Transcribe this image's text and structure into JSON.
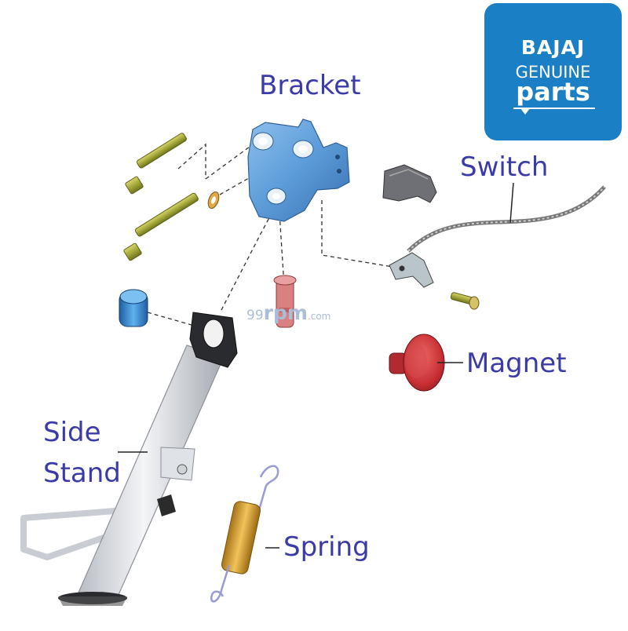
{
  "logo": {
    "line1": "BAJAJ",
    "line2": "GENUINE",
    "line3": "parts"
  },
  "watermark": {
    "prefix": "99",
    "name": "rpm",
    "suffix": ".com"
  },
  "labels": {
    "bracket": "Bracket",
    "switch": "Switch",
    "magnet": "Magnet",
    "side": "Side",
    "stand": "Stand",
    "spring": "Spring"
  },
  "colors": {
    "label_text": "#3a3aa8",
    "logo_bg": "#1a7fc4",
    "bracket": "#5b9bd8",
    "bolt": "#a6a83a",
    "magnet": "#c62e33",
    "pin": "#d98080",
    "spacer": "#3e8fcf",
    "stand": "#e6e8ec",
    "spring_coil": "#d9a441"
  }
}
